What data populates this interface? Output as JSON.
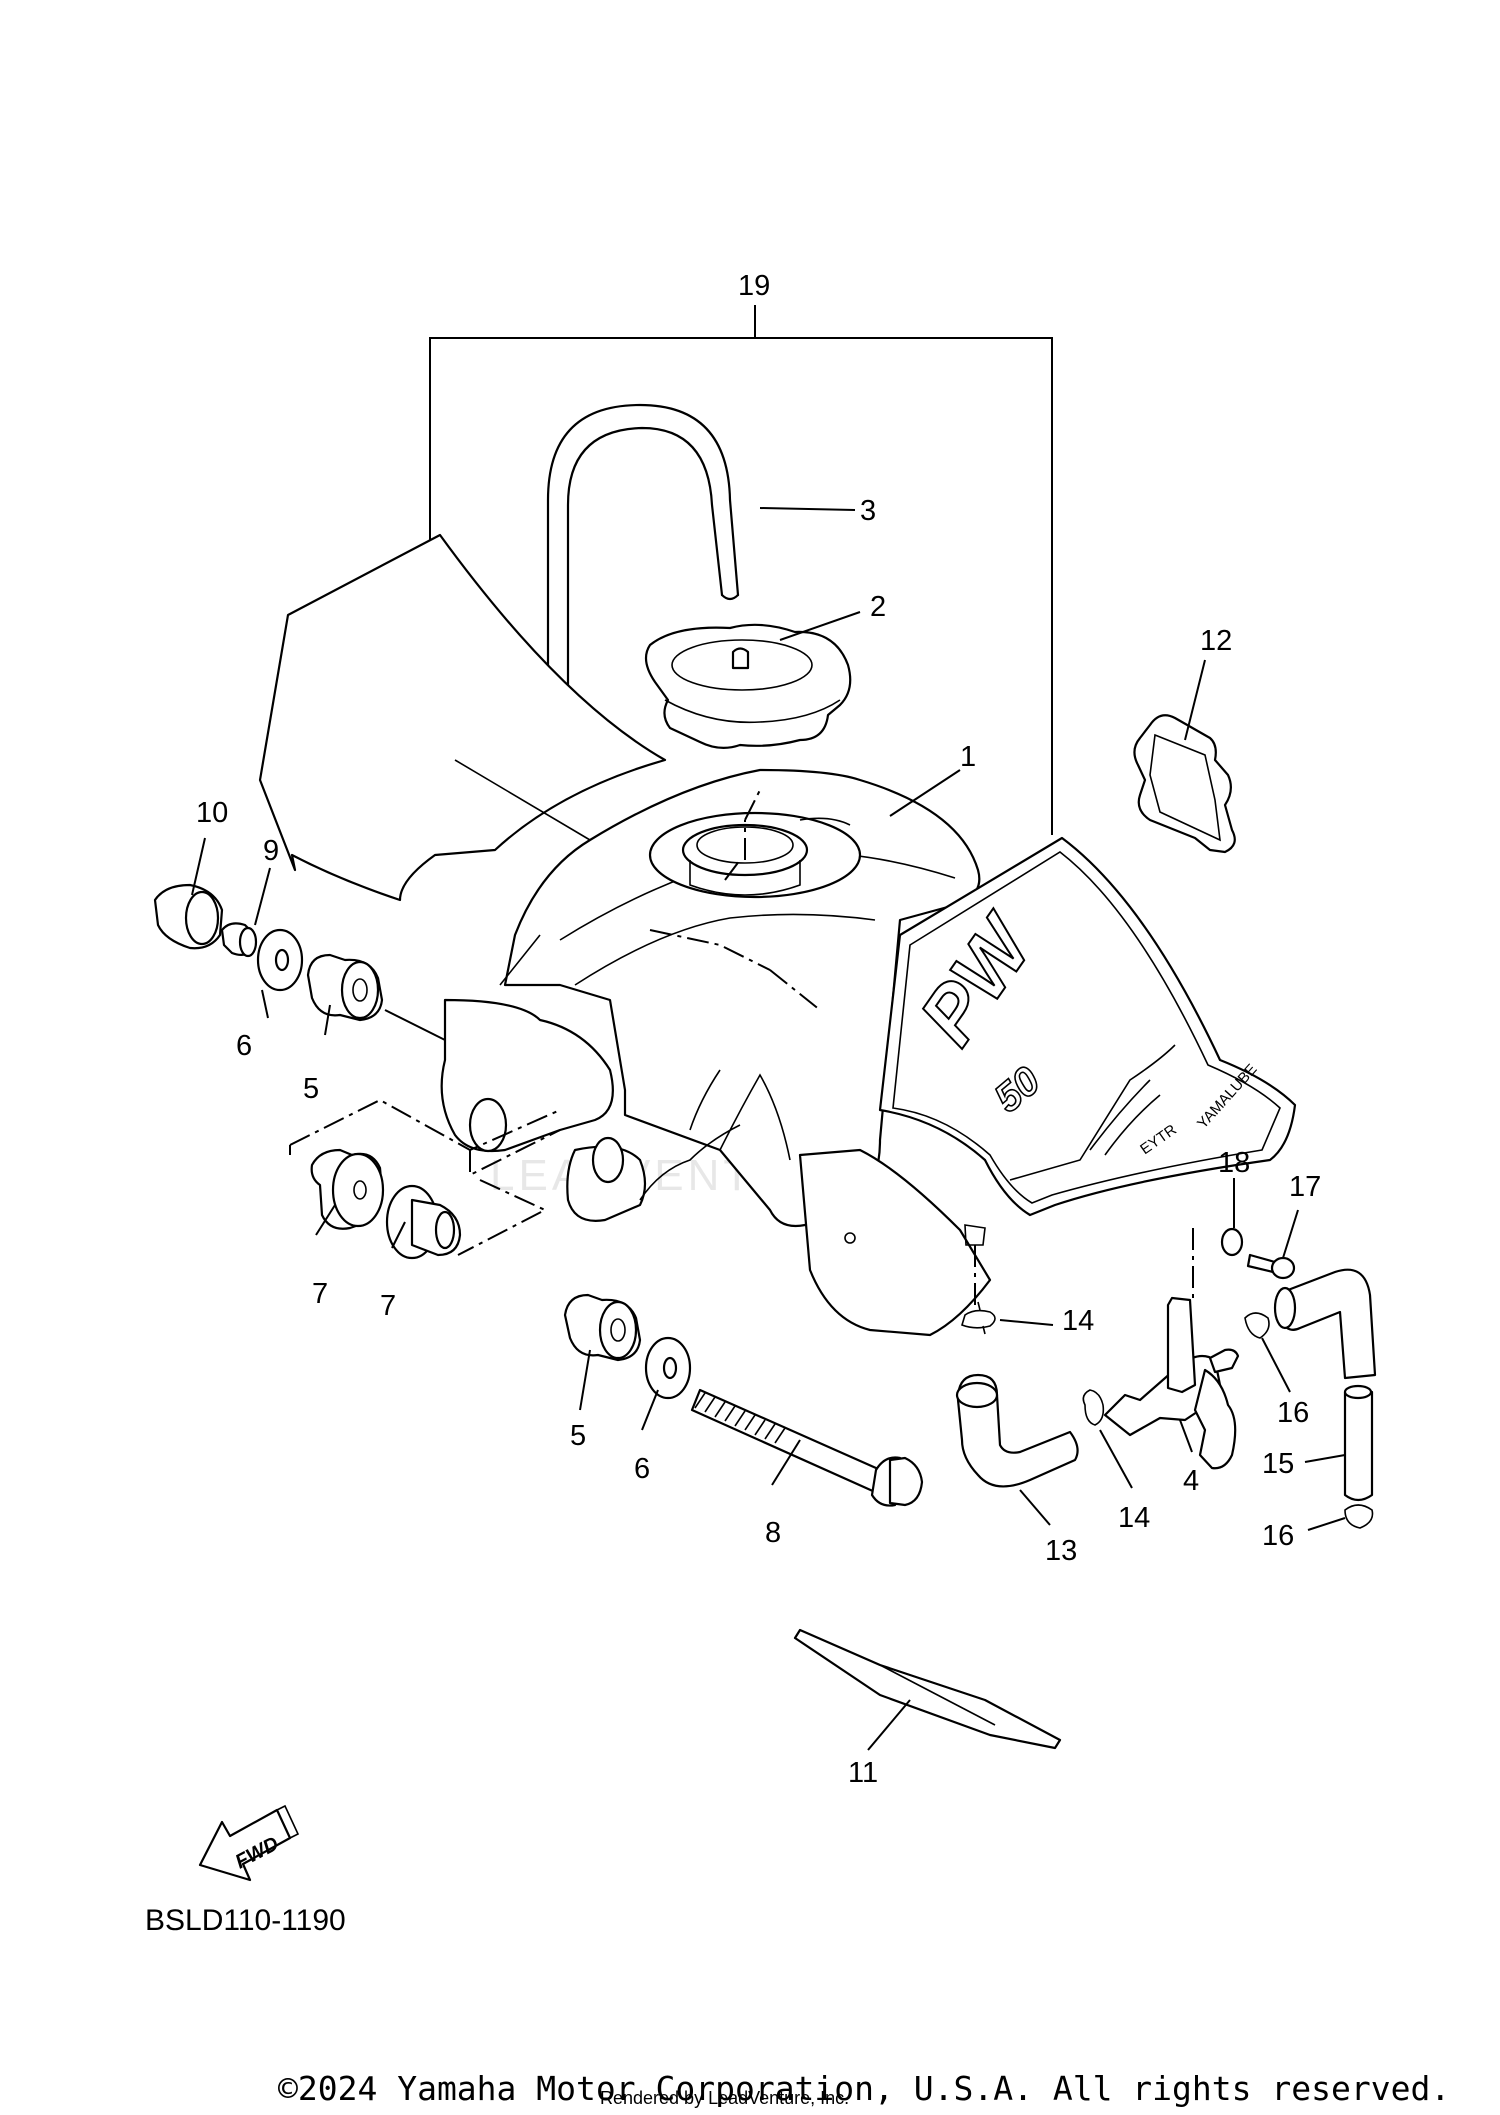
{
  "diagram": {
    "callouts": [
      {
        "id": "c19",
        "label": "19"
      },
      {
        "id": "c3",
        "label": "3"
      },
      {
        "id": "c2",
        "label": "2"
      },
      {
        "id": "c12",
        "label": "12"
      },
      {
        "id": "c1",
        "label": "1"
      },
      {
        "id": "c10",
        "label": "10"
      },
      {
        "id": "c9",
        "label": "9"
      },
      {
        "id": "c6a",
        "label": "6"
      },
      {
        "id": "c5a",
        "label": "5"
      },
      {
        "id": "c7a",
        "label": "7"
      },
      {
        "id": "c7b",
        "label": "7"
      },
      {
        "id": "c5b",
        "label": "5"
      },
      {
        "id": "c6b",
        "label": "6"
      },
      {
        "id": "c8",
        "label": "8"
      },
      {
        "id": "c18",
        "label": "18"
      },
      {
        "id": "c17",
        "label": "17"
      },
      {
        "id": "c14a",
        "label": "14"
      },
      {
        "id": "c16a",
        "label": "16"
      },
      {
        "id": "c4",
        "label": "4"
      },
      {
        "id": "c14b",
        "label": "14"
      },
      {
        "id": "c15",
        "label": "15"
      },
      {
        "id": "c13",
        "label": "13"
      },
      {
        "id": "c16b",
        "label": "16"
      },
      {
        "id": "c11",
        "label": "11"
      }
    ],
    "decal_text": [
      "PW",
      "50",
      "YAMALUBE",
      "EYTR"
    ],
    "fwd_label": "FWD",
    "drawing_code": "BSLD110-1190",
    "watermark": "LEADVENTURE"
  },
  "footer": {
    "copyright": "©2024 Yamaha Motor Corporation, U.S.A. All rights reserved.",
    "rendered_by": "Rendered by LeadVenture, Inc."
  }
}
